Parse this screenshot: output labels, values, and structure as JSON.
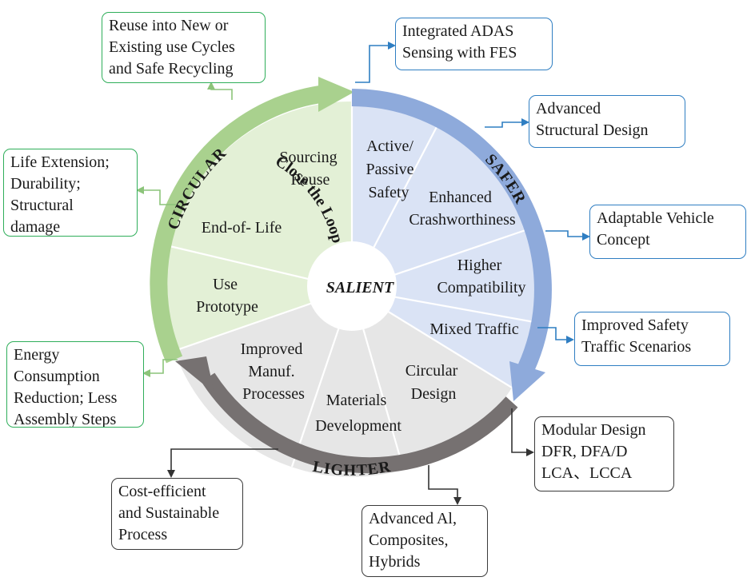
{
  "center": {
    "label": "SALIENT"
  },
  "arcs": {
    "circular": "CIRCULAR",
    "safer": "SAFER",
    "lighter": "LIGHTER",
    "close_loop": "Close the Loop"
  },
  "colors": {
    "green": "#a9d18e",
    "green_fill": "#e3f0d6",
    "blue": "#8eaadb",
    "blue_fill": "#dae3f5",
    "gray": "#767171",
    "gray_fill": "#e6e6e6",
    "close_loop": "#1e9e3c",
    "salient": "#2f6eb5"
  },
  "segments": {
    "sourcing_reuse": [
      "Sourcing",
      "Reuse"
    ],
    "end_of_life": [
      "End-of- Life"
    ],
    "use_prototype": [
      "Use",
      "Prototype"
    ],
    "active_passive": [
      "Active/",
      "Passive",
      "Safety"
    ],
    "enhanced_crash": [
      "Enhanced",
      "Crashworthiness"
    ],
    "higher_compat": [
      "Higher",
      "Compatibility"
    ],
    "mixed_traffic": [
      "Mixed Traffic"
    ],
    "improved_manuf": [
      "Improved",
      "Manuf.",
      "Processes"
    ],
    "materials_dev": [
      "Materials",
      "Development"
    ],
    "circular_design": [
      "Circular",
      "Design"
    ]
  },
  "boxes": {
    "reuse": "Reuse into New or\nExisting use Cycles\nand Safe Recycling",
    "life_ext": "Life Extension;\nDurability;\nStructural\ndamage",
    "energy": "Energy\nConsumption\nReduction; Less\nAssembly Steps",
    "adas": "Integrated ADAS\nSensing with FES",
    "structural": "Advanced\nStructural Design",
    "adaptable": "Adaptable Vehicle\nConcept",
    "safety_traffic": "Improved Safety\nTraffic Scenarios",
    "modular": "Modular Design\nDFR, DFA/D\nLCA、LCCA",
    "cost": "Cost-efficient\nand Sustainable\nProcess",
    "materials": "Advanced Al,\nComposites,\nHybrids"
  }
}
